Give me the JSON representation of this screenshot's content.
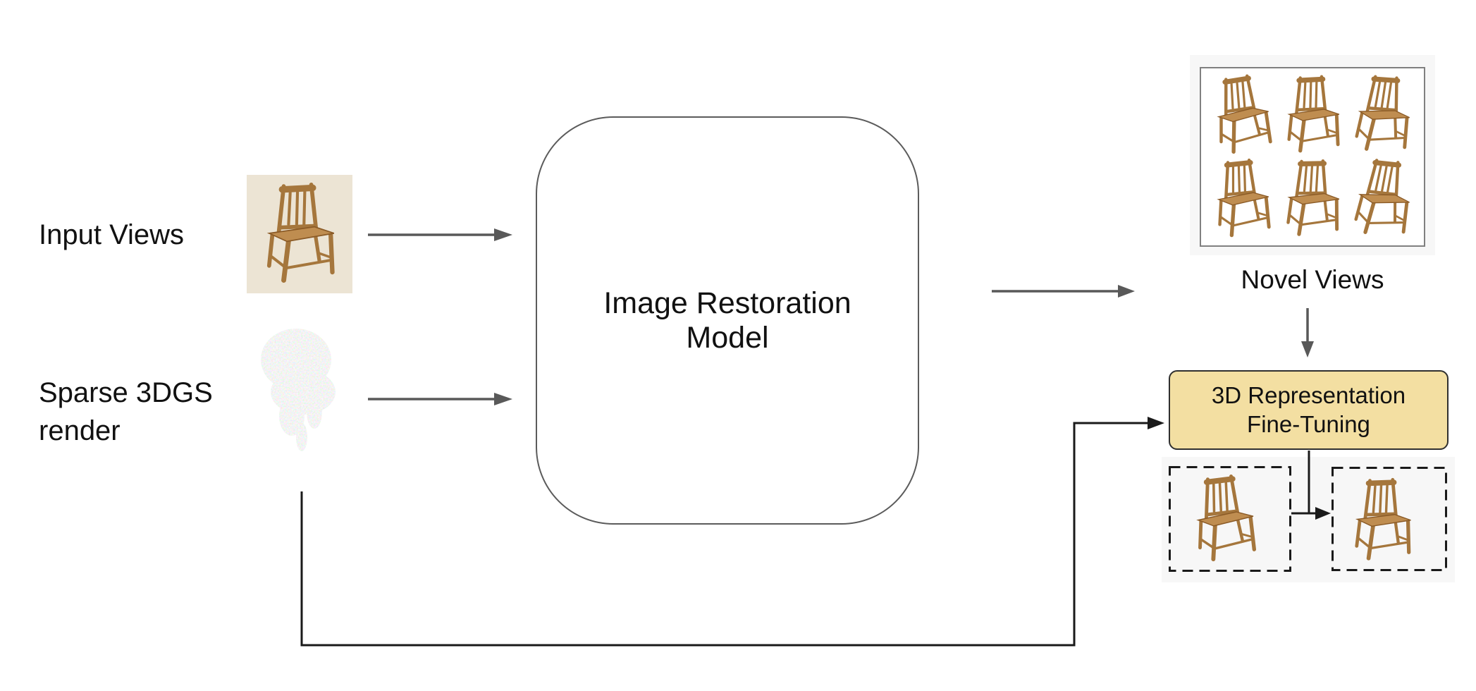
{
  "diagram": {
    "left_inputs": {
      "input_views_label": "Input Views",
      "input_image": "chair photo on beige background",
      "sparse_render_label_line1": "Sparse 3DGS",
      "sparse_render_label_line2": "render",
      "sparse_image": "noisy speckled render of a chair"
    },
    "model_box": {
      "label_line1": "Image Restoration",
      "label_line2": "Model"
    },
    "novel_views": {
      "label": "Novel Views",
      "grid_rows": 2,
      "grid_cols": 3,
      "content": "six chair renders from novel viewpoints"
    },
    "finetune_box": {
      "label_line1": "3D Representation",
      "label_line2": "Fine-Tuning"
    },
    "results": {
      "before_image": "chair render in dashed box",
      "after_image": "chair render in dashed box"
    }
  },
  "colors": {
    "arrow_gray": "#595959",
    "connector_black": "#1a1a1a",
    "finetune_fill": "#f3dfa2",
    "finetune_border": "#2f2f2f",
    "model_box_border": "#5b5b5b",
    "grid_border": "#808080",
    "chair_wood": "#a5763c",
    "chair_seat": "#bf8d50",
    "chair_outline": "#8a5a26",
    "input_photo_bg": "#ece4d4",
    "text_color": "#111111",
    "backdrop_gray": "#f7f7f7"
  }
}
